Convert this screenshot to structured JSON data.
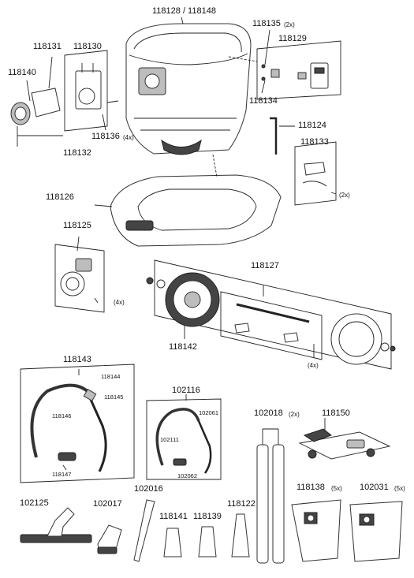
{
  "parts": {
    "p118128": "118128 / 118148",
    "p118135": "118135",
    "p118135_qty": "(2x)",
    "p118129": "118129",
    "p118131": "118131",
    "p118130": "118130",
    "p118140": "118140",
    "p118134": "118134",
    "p118136": "118136",
    "p118136_qty": "(4x)",
    "p118132": "118132",
    "p118124": "118124",
    "p118133": "118133",
    "p118133_qty": "(2x)",
    "p118126": "118126",
    "p118125": "118125",
    "p118125_qty": "(4x)",
    "p118127": "118127",
    "p118142": "118142",
    "p118127_qty": "(4x)",
    "p118143": "118143",
    "p118144": "118144",
    "p118145": "118145",
    "p118146": "118146",
    "p118147": "118147",
    "p102116": "102116",
    "p102061": "102061",
    "p102111": "102111",
    "p102062": "102062",
    "p102018": "102018",
    "p102018_qty": "(2x)",
    "p118150": "118150",
    "p102125": "102125",
    "p102017": "102017",
    "p102016": "102016",
    "p118141": "118141",
    "p118139": "118139",
    "p118122": "118122",
    "p118138": "118138",
    "p118138_qty": "(5x)",
    "p102031": "102031",
    "p102031_qty": "(5x)"
  }
}
